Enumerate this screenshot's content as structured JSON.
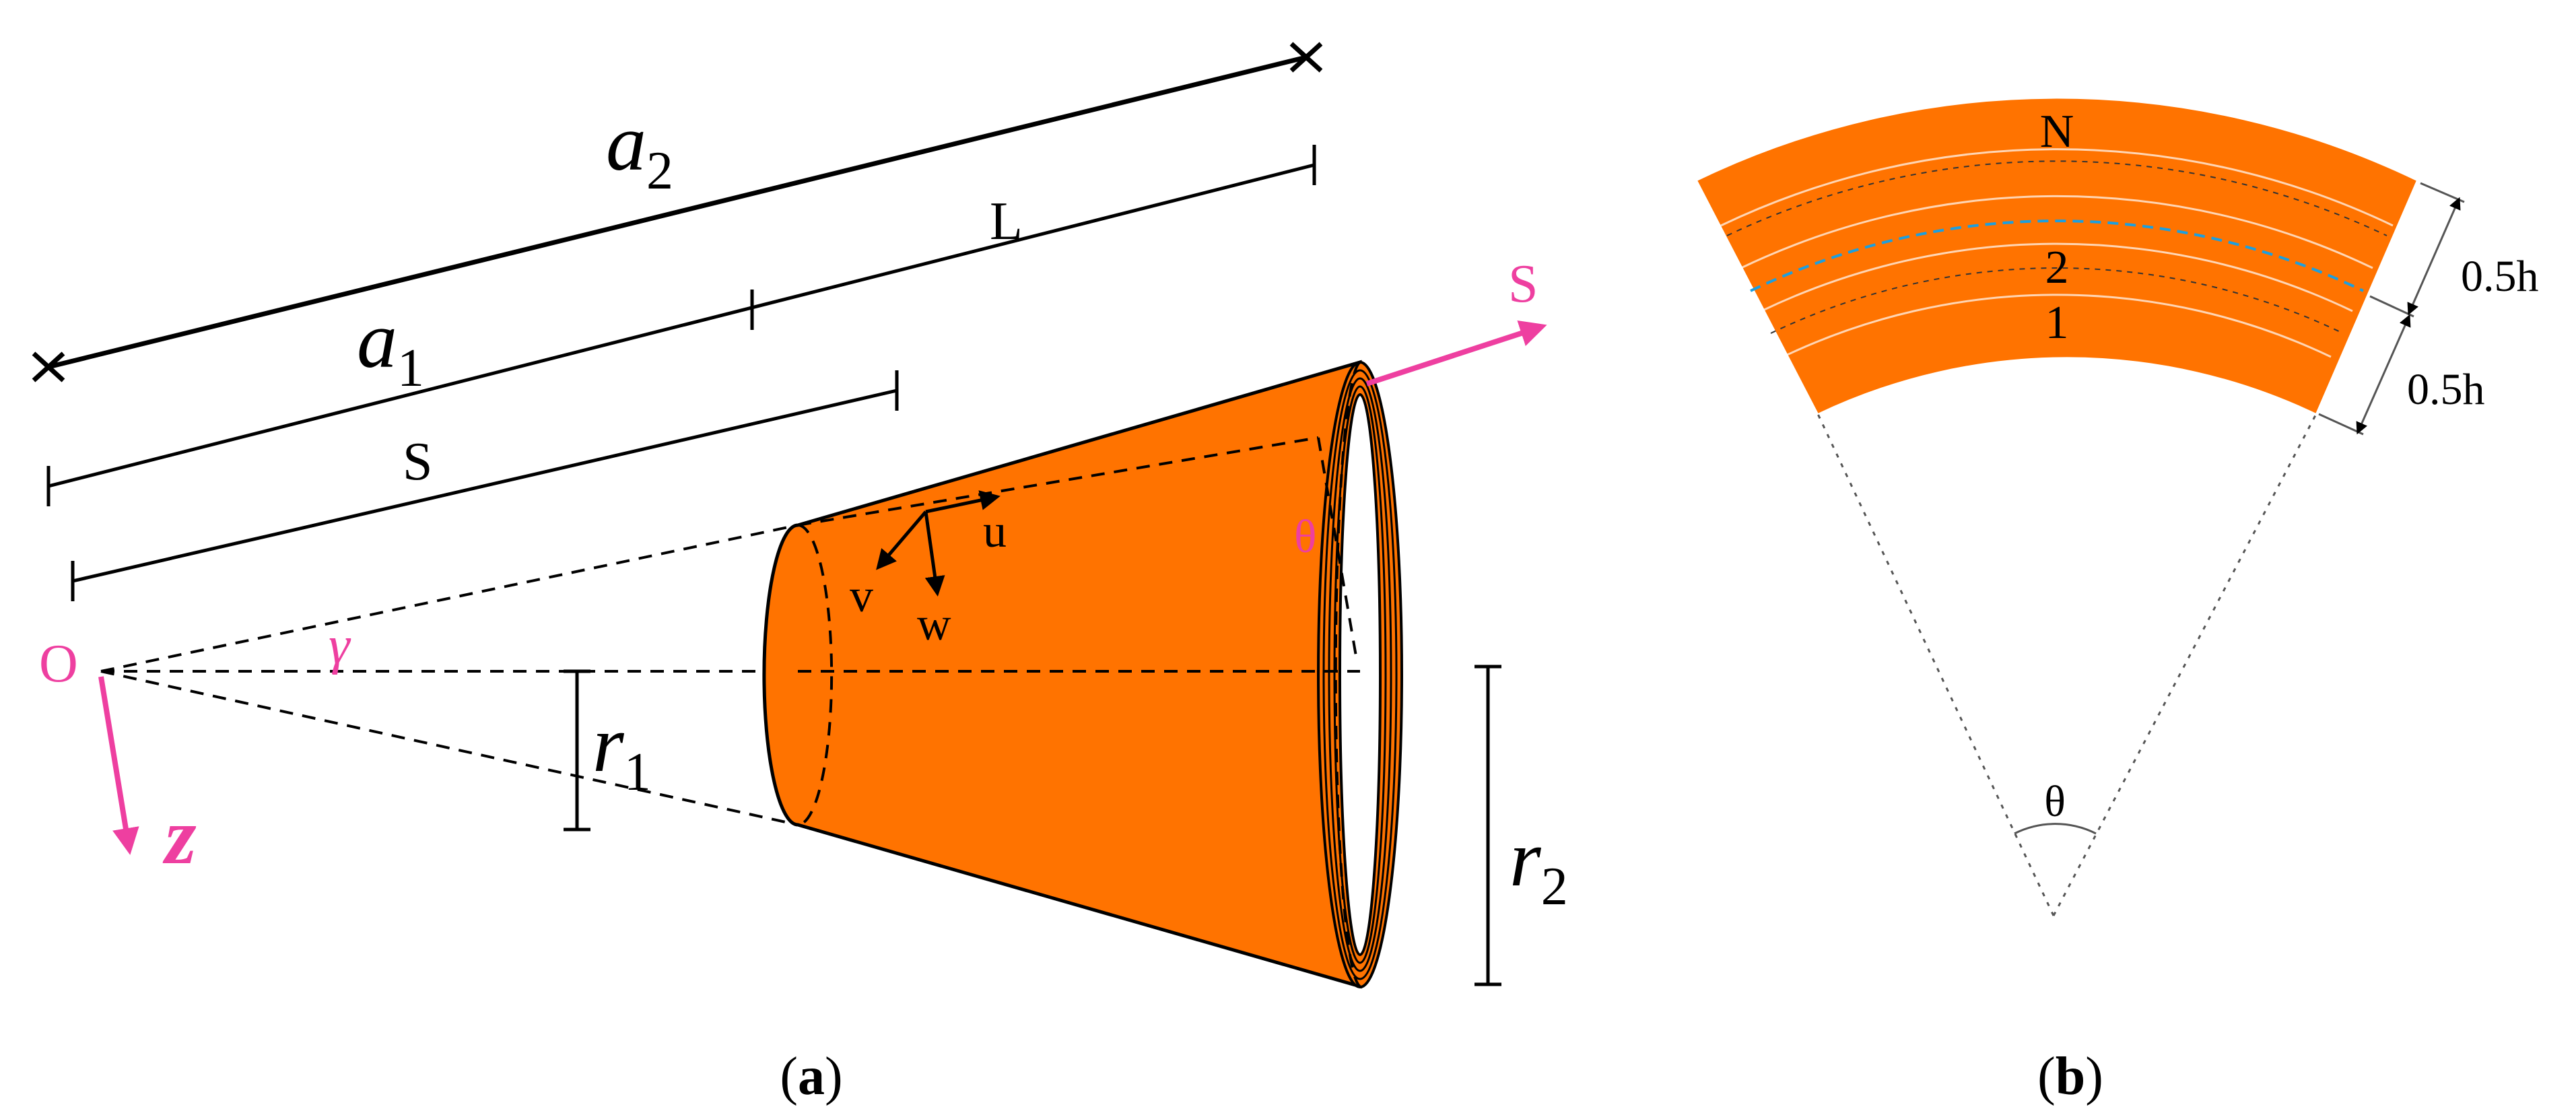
{
  "colors": {
    "shell_fill": "#ff7300",
    "accent_pink": "#ee3fa0",
    "mid_surface_line": "#1b9fe0",
    "line": "#000000"
  },
  "panel_a": {
    "caption_open": "(",
    "caption_letter": "a",
    "caption_close": ")",
    "dim_a2_base": "a",
    "dim_a2_sub": "2",
    "dim_a1_base": "a",
    "dim_a1_sub": "1",
    "dim_L": "L",
    "dim_S": "S",
    "origin": "O",
    "gamma": "γ",
    "axis_z": "z",
    "axis_S": "S",
    "r1_base": "r",
    "r1_sub": "1",
    "r2_base": "r",
    "r2_sub": "2",
    "disp_u": "u",
    "disp_v": "v",
    "disp_w": "w",
    "angle_theta": "θ"
  },
  "panel_b": {
    "caption_open": "(",
    "caption_letter": "b",
    "caption_close": ")",
    "layer_N": "N",
    "layer_2": "2",
    "layer_1": "1",
    "half_thickness_top": "0.5h",
    "half_thickness_bottom": "0.5h",
    "sector_angle": "θ"
  }
}
